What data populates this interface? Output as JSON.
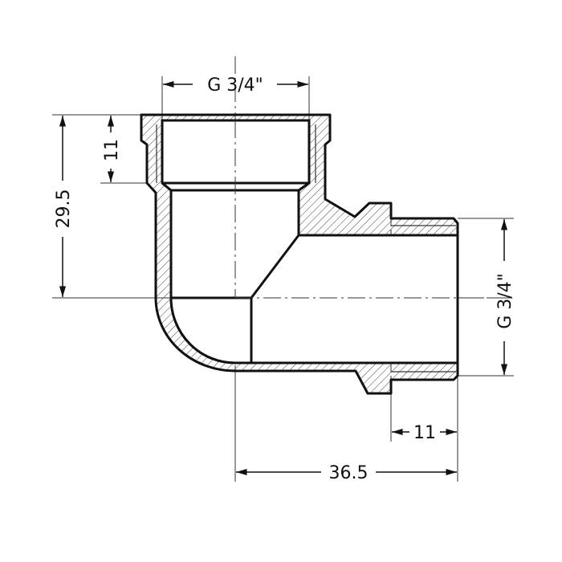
{
  "dimensions": {
    "top_thread": "G 3/4\"",
    "top_thread_depth": "11",
    "height": "29.5",
    "side_thread": "G 3/4\"",
    "side_thread_length": "11",
    "length": "36.5"
  },
  "colors": {
    "line": "#111111",
    "background": "#ffffff"
  }
}
